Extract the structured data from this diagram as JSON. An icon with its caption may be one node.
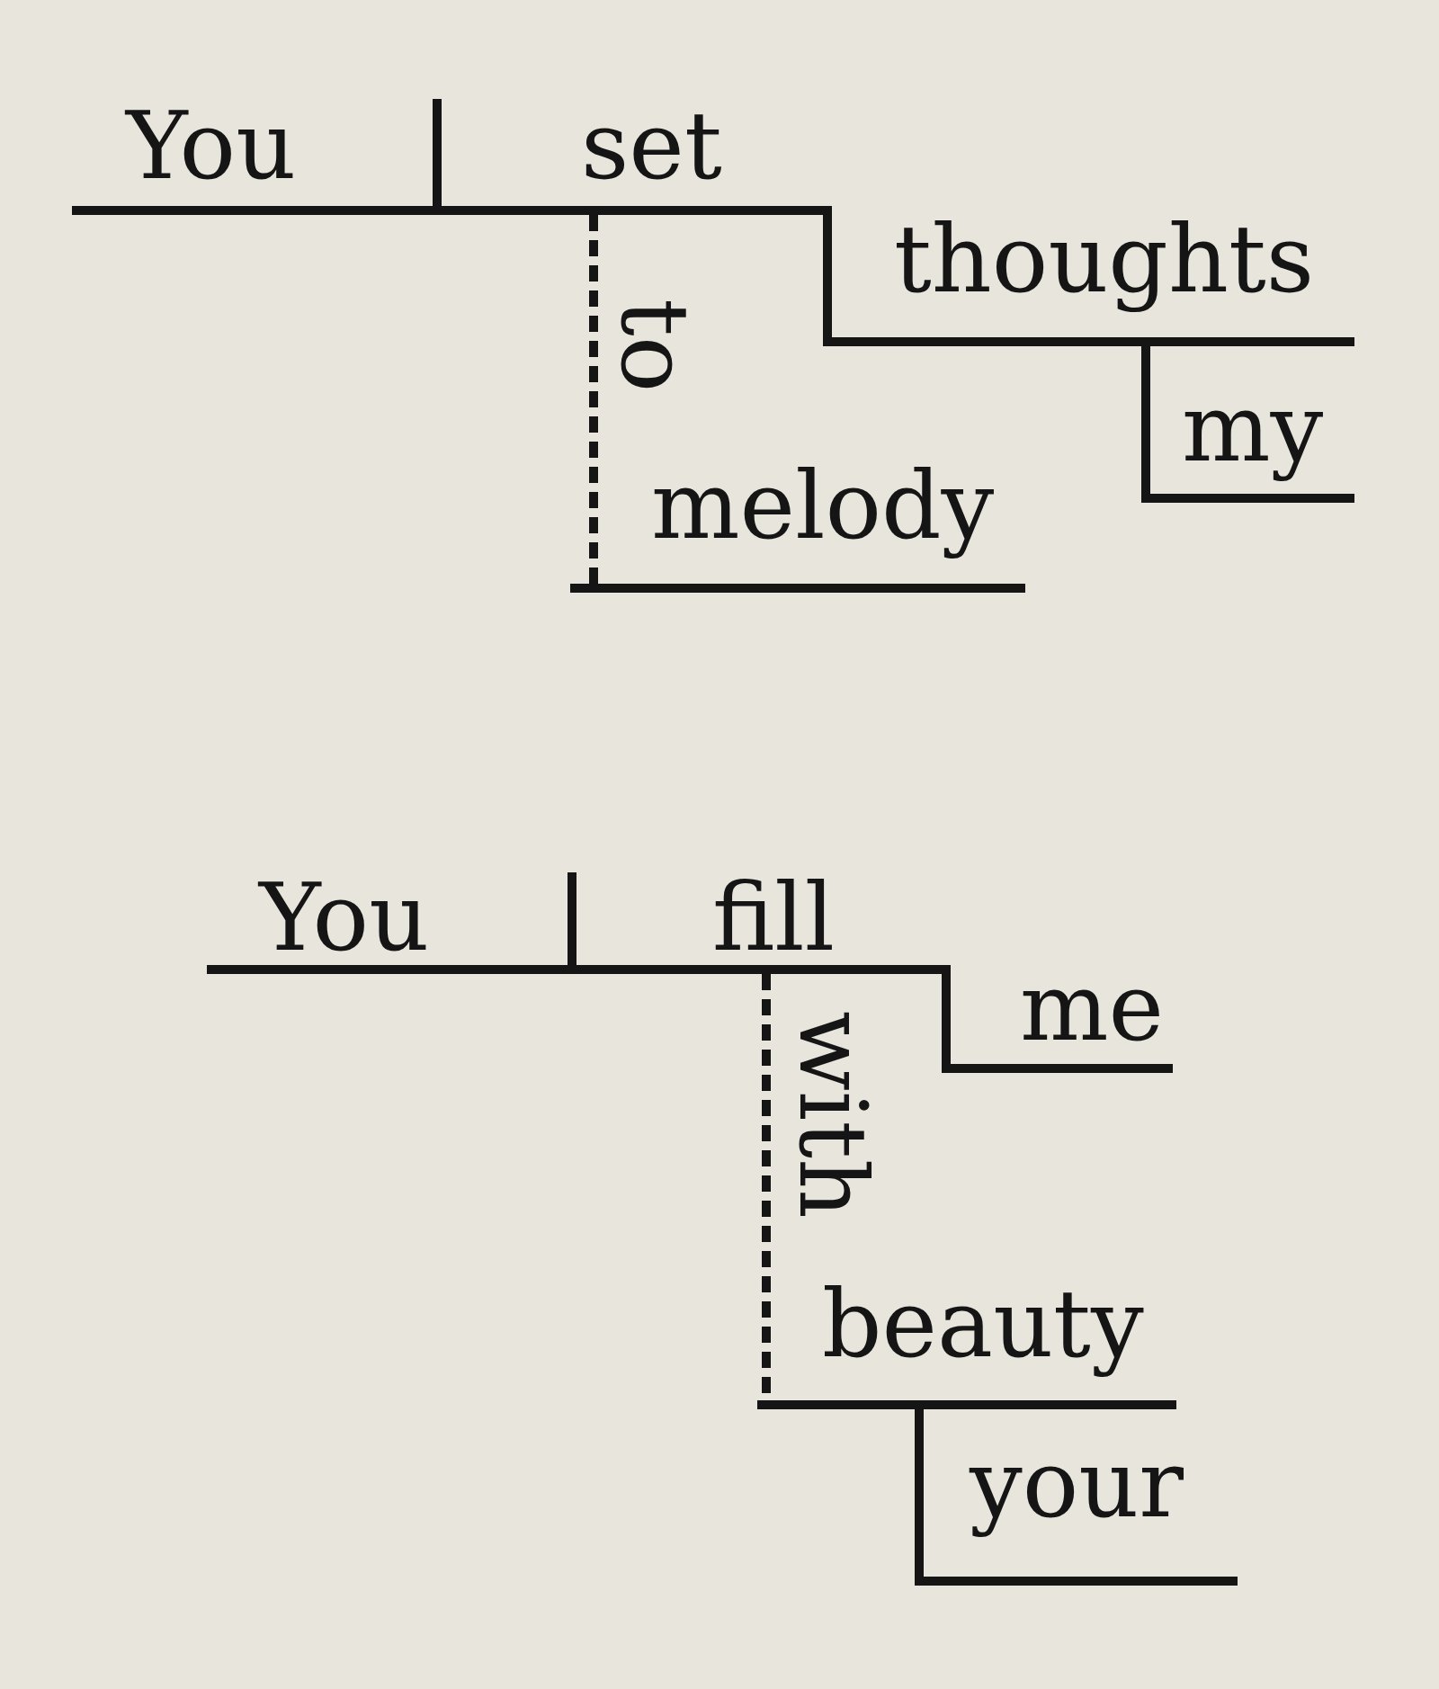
{
  "diagram": {
    "labels": [
      "You",
      "set",
      "thoughts",
      "to",
      "my",
      "melody",
      "You",
      "fill",
      "me",
      "with",
      "beauty",
      "your"
    ]
  }
}
